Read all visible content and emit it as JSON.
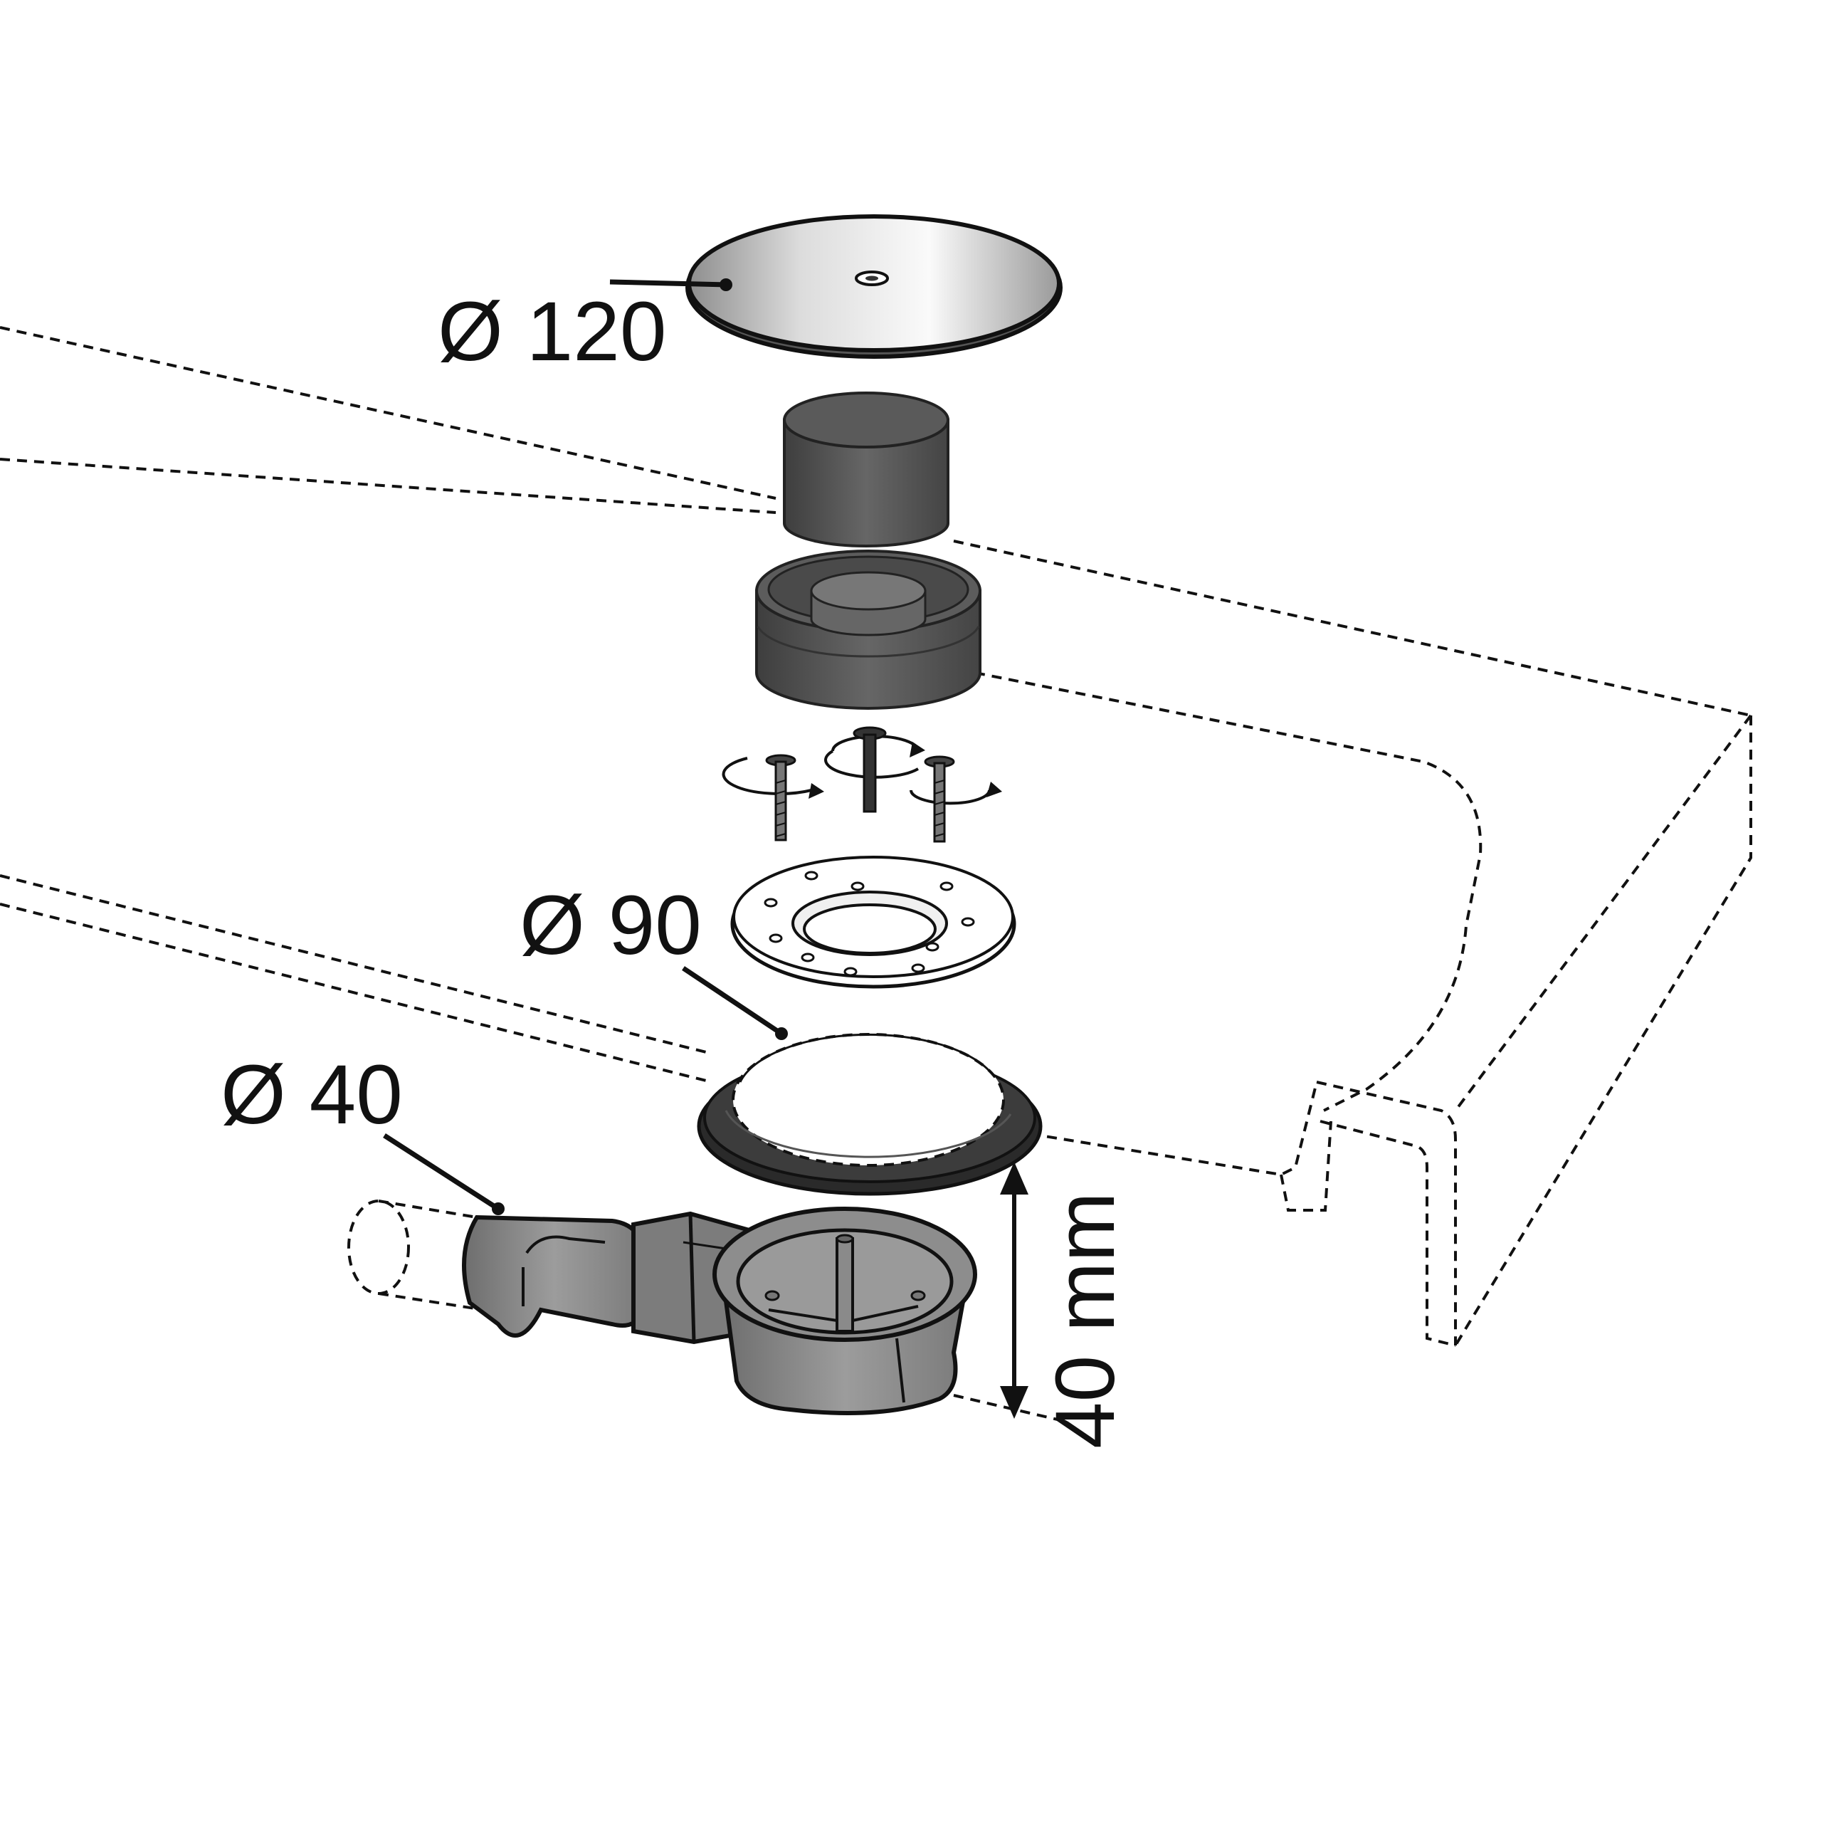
{
  "diagram": {
    "labels": {
      "cover_diameter": "Ø 120",
      "flange_diameter": "Ø 90",
      "pipe_diameter": "Ø 40",
      "height": "40 mm"
    },
    "parts": [
      {
        "name": "cover-plate",
        "color": "#c8c8c8"
      },
      {
        "name": "inner-cylinder",
        "color": "#555555"
      },
      {
        "name": "grate-housing",
        "color": "#505050"
      },
      {
        "name": "screws",
        "count": 3
      },
      {
        "name": "flange-ring",
        "color": "#ffffff"
      },
      {
        "name": "sealing-gasket",
        "color": "#2a2a2a"
      },
      {
        "name": "drain-body-with-outlet",
        "color": "#8a8a8a"
      },
      {
        "name": "shower-tray",
        "style": "dashed outline"
      }
    ]
  }
}
